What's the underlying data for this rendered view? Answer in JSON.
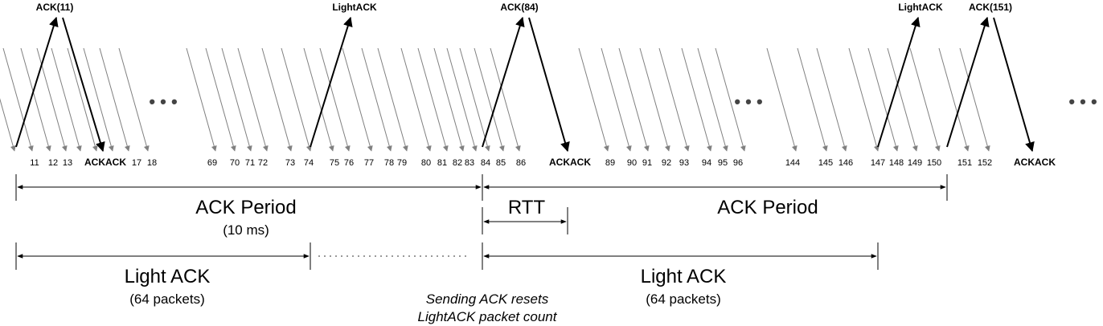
{
  "packet_numbers": [
    "11",
    "12",
    "13",
    "17",
    "18",
    "69",
    "70",
    "71",
    "72",
    "73",
    "74",
    "75",
    "76",
    "77",
    "78",
    "79",
    "80",
    "81",
    "82",
    "83",
    "84",
    "85",
    "86",
    "89",
    "90",
    "91",
    "92",
    "93",
    "94",
    "95",
    "96",
    "144",
    "145",
    "146",
    "147",
    "148",
    "149",
    "150",
    "151",
    "152"
  ],
  "top_labels": {
    "ack11": "ACK(11)",
    "light1": "LightACK",
    "ack84": "ACK(84)",
    "light2": "LightACK",
    "ack151": "ACK(151)"
  },
  "ackack_labels": {
    "first": "ACKACK",
    "second": "ACKACK",
    "third": "ACKACK"
  },
  "ellipsis": "• • •",
  "periods": {
    "ack_period_1": "ACK Period",
    "ack_period_1_sub": "(10 ms)",
    "rtt": "RTT",
    "ack_period_2": "ACK Period",
    "light_ack_1": "Light ACK",
    "light_ack_1_sub": "(64 packets)",
    "light_ack_2": "Light ACK",
    "light_ack_2_sub": "(64 packets)"
  },
  "note": {
    "line1": "Sending ACK resets",
    "line2": "LightACK packet count"
  },
  "colors": {
    "packet_arrow": "#808080",
    "control_arrow": "#000000"
  }
}
